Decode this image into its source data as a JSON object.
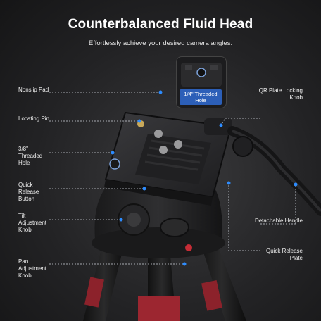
{
  "header": {
    "title": "Counterbalanced Fluid Head",
    "subtitle": "Effortlessly achieve your desired camera angles."
  },
  "inset": {
    "tag": "1/4\" Threaded Hole"
  },
  "callouts": {
    "nonslip_pad": "Nonslip Pad",
    "locating_pin": "Locating Pin",
    "threaded_hole_38": "3/8\" Threaded Hole",
    "quick_release_button": "Quick Release Button",
    "tilt_adjustment_knob": "Tilt Adjustment Knob",
    "pan_adjustment_knob": "Pan Adjustment Knob",
    "qr_plate_locking_knob": "QR Plate Locking Knob",
    "detachable_handle": "Detachable Handle",
    "quick_release_plate": "Quick Release Plate"
  },
  "colors": {
    "accent_blue": "#2d8cff",
    "plate_metal": "#2a2a2c",
    "tripod_red": "#b22a33"
  }
}
